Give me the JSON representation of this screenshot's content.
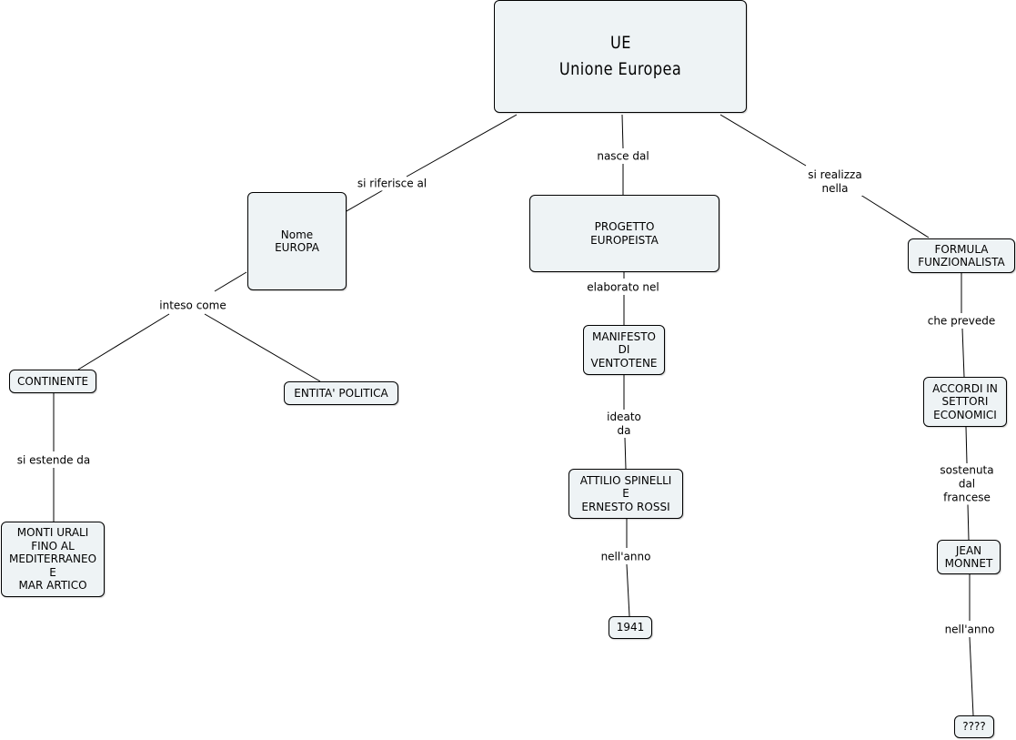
{
  "concepts": {
    "ue": {
      "line1": "UE",
      "line2": "Unione Europea"
    },
    "nome_europa": {
      "line1": "Nome",
      "line2": "EUROPA"
    },
    "progetto": {
      "line1": "PROGETTO",
      "line2": "EUROPEISTA"
    },
    "formula": {
      "line1": "FORMULA",
      "line2": "FUNZIONALISTA"
    },
    "continente": {
      "line1": "CONTINENTE"
    },
    "entita": {
      "line1": "ENTITA' POLITICA"
    },
    "monti": {
      "line1": "MONTI URALI",
      "line2": "FINO AL",
      "line3": "MEDITERRANEO",
      "line4": "E",
      "line5": "MAR ARTICO"
    },
    "manifesto": {
      "line1": "MANIFESTO",
      "line2": "DI",
      "line3": "VENTOTENE"
    },
    "spinelli": {
      "line1": "ATTILIO SPINELLI",
      "line2": "E",
      "line3": "ERNESTO ROSSI"
    },
    "anno1941": {
      "line1": "1941"
    },
    "accordi": {
      "line1": "ACCORDI IN",
      "line2": "SETTORI",
      "line3": "ECONOMICI"
    },
    "monnet": {
      "line1": "JEAN",
      "line2": "MONNET"
    },
    "unknown": {
      "line1": "????"
    }
  },
  "links": {
    "si_riferisce": {
      "line1": "si riferisce al"
    },
    "nasce": {
      "line1": "nasce dal"
    },
    "si_realizza": {
      "line1": "si realizza",
      "line2": "nella"
    },
    "inteso": {
      "line1": "inteso come"
    },
    "elaborato": {
      "line1": "elaborato nel"
    },
    "che_prevede": {
      "line1": "che prevede"
    },
    "si_estende": {
      "line1": "si estende da"
    },
    "ideato": {
      "line1": "ideato",
      "line2": "da"
    },
    "sostenuta": {
      "line1": "sostenuta",
      "line2": "dal",
      "line3": "francese"
    },
    "nellanno_1": {
      "line1": "nell'anno"
    },
    "nellanno_2": {
      "line1": "nell'anno"
    }
  }
}
